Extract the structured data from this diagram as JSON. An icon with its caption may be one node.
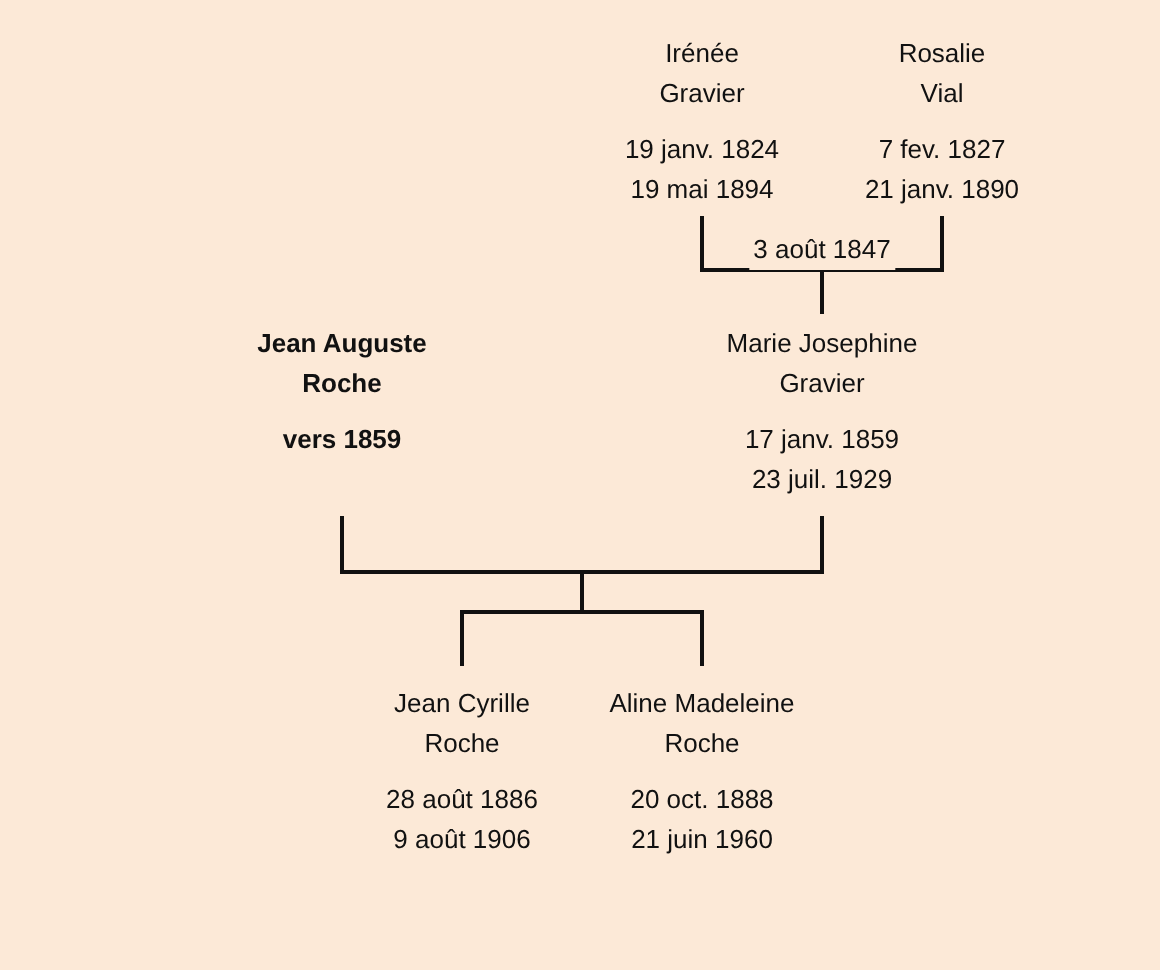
{
  "diagram": {
    "nodes": [
      {
        "text": [
          "Irénée Gravier",
          "19 janv. 1824",
          "19 mai 1894"
        ]
      },
      {
        "text": [
          "Rosalie Vial",
          "7 fev. 1827",
          "21 janv. 1890"
        ]
      },
      {
        "text": [
          "Jean Auguste Roche",
          "vers 1859"
        ]
      },
      {
        "text": [
          "Marie Josephine Gravier",
          "17 janv. 1859",
          "23 juil. 1929"
        ]
      },
      {
        "text": [
          "Jean Cyrille Roche",
          "28 août 1886",
          "9 août 1906"
        ]
      },
      {
        "text": [
          "Aline Madeleine Roche",
          "20 oct. 1888",
          "21 juin 1960"
        ]
      }
    ],
    "edges": [
      {
        "from": 0,
        "to": 3,
        "arrow": "none",
        "label": "3 août 1847"
      },
      {
        "from": 1,
        "to": 3,
        "arrow": "none"
      },
      {
        "from": 2,
        "to": 4,
        "arrow": "none"
      },
      {
        "from": 2,
        "to": 5,
        "arrow": "none"
      },
      {
        "from": 3,
        "to": 4,
        "arrow": "none"
      },
      {
        "from": 3,
        "to": 5,
        "arrow": "none"
      }
    ]
  }
}
